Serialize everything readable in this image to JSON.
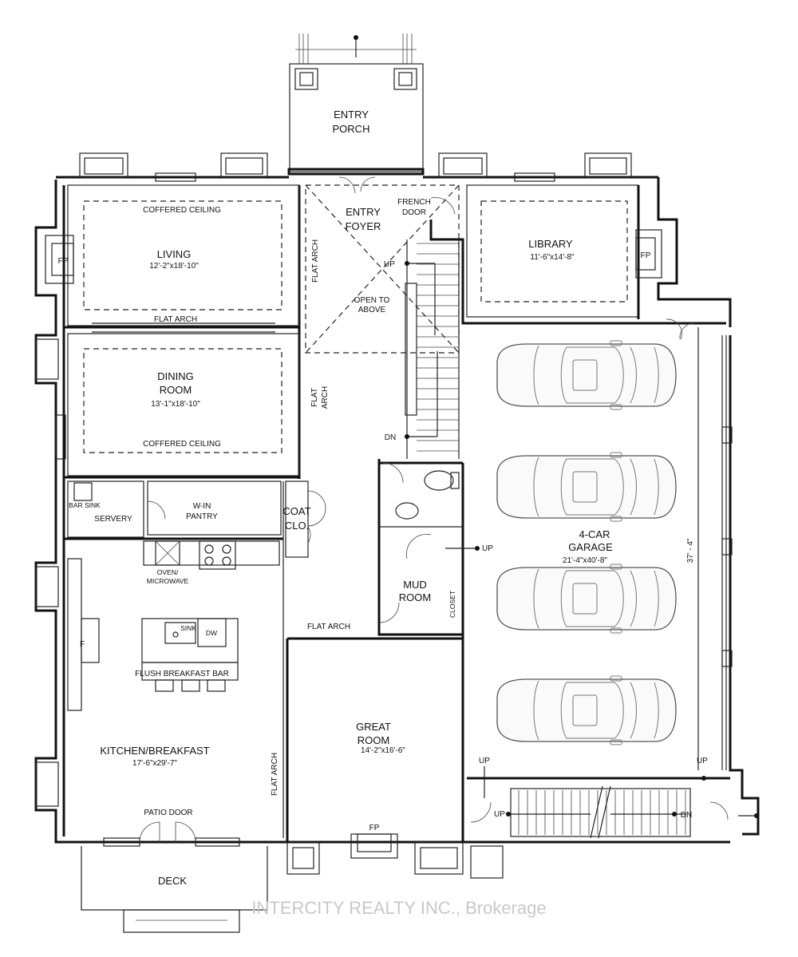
{
  "rooms": {
    "entry_porch": [
      "ENTRY",
      "PORCH"
    ],
    "entry_foyer": [
      "ENTRY",
      "FOYER"
    ],
    "french_door": [
      "FRENCH",
      "DOOR"
    ],
    "living": {
      "name": "LIVING",
      "dims": "12'-2\"x18'-10\"",
      "ceiling": "COFFERED CEILING"
    },
    "dining": {
      "name": [
        "DINING",
        "ROOM"
      ],
      "dims": "13'-1\"x18'-10\"",
      "ceiling": "COFFERED CEILING"
    },
    "library": {
      "name": "LIBRARY",
      "dims": "11'-6\"x14'-8\""
    },
    "open_to_above": [
      "OPEN TO",
      "ABOVE"
    ],
    "servery": "SERVERY",
    "bar_sink": "BAR SINK",
    "pantry": [
      "W-IN",
      "PANTRY"
    ],
    "coat": [
      "COAT",
      "CLO."
    ],
    "oven": [
      "OVEN/",
      "MICROWAVE"
    ],
    "sink": "SINK",
    "dw": "DW",
    "fridge": "F",
    "breakfast_bar": "FLUSH BREAKFAST BAR",
    "kitchen": {
      "name": "KITCHEN/BREAKFAST",
      "dims": "17'-6\"x29'-7\""
    },
    "patio_door": "PATIO DOOR",
    "deck": "DECK",
    "mud_room": [
      "MUD",
      "ROOM"
    ],
    "closet": "CLOSET",
    "great_room": {
      "name": [
        "GREAT",
        "ROOM"
      ],
      "dims": "14'-2\"x16'-6\""
    },
    "garage": {
      "name": [
        "4-CAR",
        "GARAGE"
      ],
      "dims": "21'-4\"x40'-8\""
    },
    "garage_dim": "37' - 4\""
  },
  "labels": {
    "flat_arch": "FLAT ARCH",
    "flat_arch_stack": [
      "FLAT",
      "ARCH"
    ],
    "fp": "FP",
    "up": "UP",
    "dn": "DN"
  },
  "watermark": "INTERCITY REALTY INC., Brokerage"
}
